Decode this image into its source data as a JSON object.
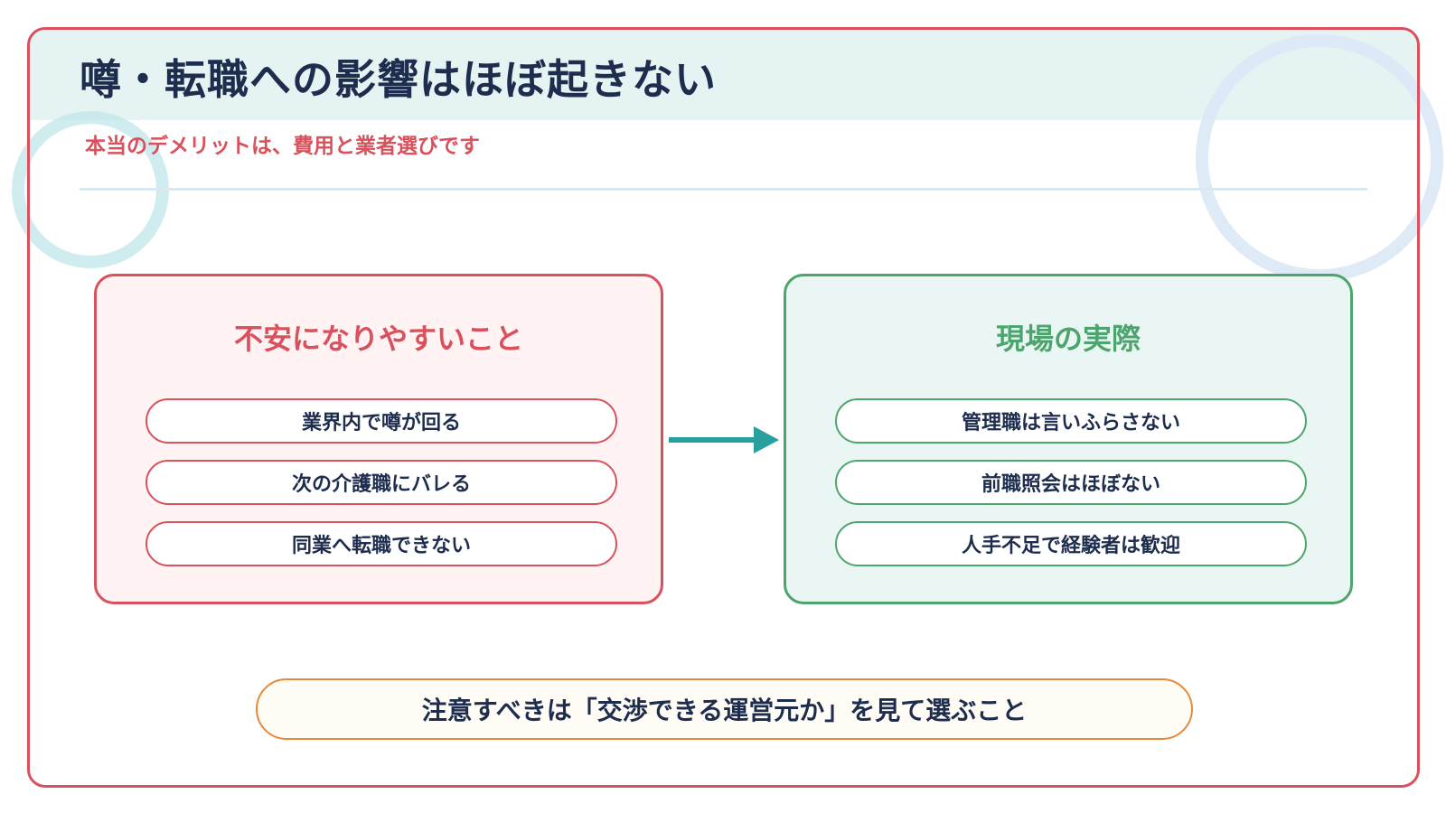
{
  "header": {
    "title": "噂・転職への影響はほぼ起きない",
    "subtitle": "本当のデメリットは、費用と業者選びです"
  },
  "left_panel": {
    "title": "不安になりやすいこと",
    "items": [
      "業界内で噂が回る",
      "次の介護職にバレる",
      "同業へ転職できない"
    ]
  },
  "right_panel": {
    "title": "現場の実際",
    "items": [
      "管理職は言いふらさない",
      "前職照会はほぼない",
      "人手不足で経験者は歓迎"
    ]
  },
  "note": {
    "text": "注意すべきは「交渉できる運営元か」を見て選ぶこと"
  },
  "colors": {
    "frame": "#d9515c",
    "left_accent": "#d9515c",
    "right_accent": "#4ea46e",
    "arrow": "#2a9fa0",
    "note_border": "#e58a3c",
    "title_text": "#1e2d4e",
    "header_band": "#e5f4f3"
  },
  "icons": {
    "arrow": "right-arrow-icon"
  }
}
